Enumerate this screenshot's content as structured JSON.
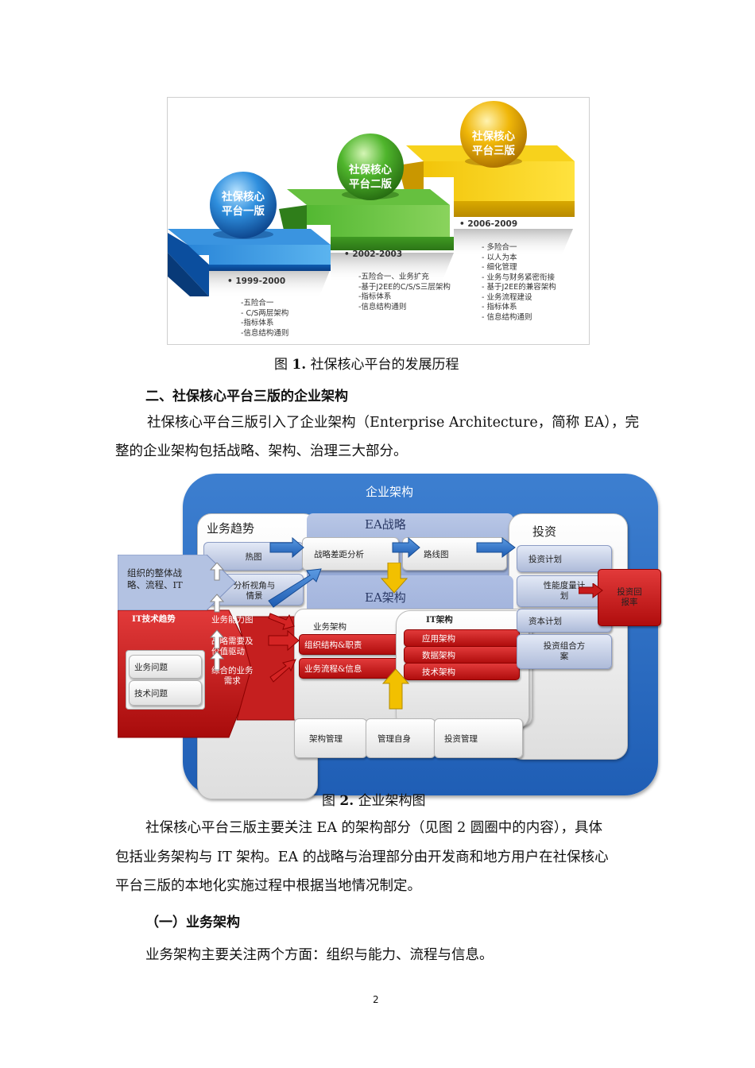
{
  "figure1": {
    "stages": [
      {
        "title_line1": "社保核心",
        "title_line2": "平台一版",
        "period": "• 1999-2000",
        "items": [
          "-五险合一",
          "- C/S两层架构",
          "-指标体系",
          "-信息结构通则"
        ]
      },
      {
        "title_line1": "社保核心",
        "title_line2": "平台二版",
        "period": "• 2002-2003",
        "items": [
          "-五险合一、业务扩充",
          "-基于J2EE的C/S/S三层架构",
          "-指标体系",
          "-信息结构通则"
        ]
      },
      {
        "title_line1": "社保核心",
        "title_line2": "平台三版",
        "period": "• 2006-2009",
        "items": [
          "- 多险合一",
          "- 以人为本",
          "- 细化管理",
          "- 业务与财务紧密衔接",
          "- 基于J2EE的兼容架构",
          "- 业务流程建设",
          "- 指标体系",
          "- 信息结构通则"
        ]
      }
    ],
    "caption_prefix": "图",
    "caption_num": "1.",
    "caption_text": "社保核心平台的发展历程"
  },
  "heading2": "二、社保核心平台三版的企业架构",
  "para1_line1": "社保核心平台三版引入了企业架构（Enterprise Architecture，简称 EA），完",
  "para1_line2": "整的企业架构包括战略、架构、治理三大部分。",
  "figure2": {
    "title": "企业架构",
    "business_trend": "业务趋势",
    "ea_strategy": "EA战略",
    "investment": "投资",
    "heatmap": "热图",
    "org_strategy_l1": "组织的整体战",
    "org_strategy_l2": "略、流程、IT",
    "analysis_l1": "分析视角与",
    "analysis_l2": "情景",
    "it_trend": "IT技术趋势",
    "biz_capability": "业务能力图",
    "strategic_l1": "战略需要及",
    "strategic_l2": "价值驱动",
    "integrated_l1": "综合的业务",
    "integrated_l2": "需求",
    "biz_problem": "业务问题",
    "tech_problem": "技术问题",
    "gap_analysis": "战略差距分析",
    "roadmap": "路线图",
    "ea_architecture": "EA架构",
    "biz_arch": "业务架构",
    "org_duty": "组织结构&职责",
    "process_info": "业务流程&信息",
    "it_arch": "IT架构",
    "app_arch": "应用架构",
    "data_arch": "数据架构",
    "tech_arch": "技术架构",
    "arch_mgmt": "架构管理",
    "self_mgmt": "管理自身",
    "invest_mgmt": "投资管理",
    "invest_plan": "投资计划",
    "perf_l1": "性能度量计",
    "perf_l2": "划",
    "capital_plan": "资本计划",
    "portfolio_l1": "投资组合方",
    "portfolio_l2": "案",
    "roi_l1": "投资回",
    "roi_l2": "报率",
    "caption_prefix": "图",
    "caption_num": "2.",
    "caption_text": "企业架构图"
  },
  "para2_line1": "社保核心平台三版主要关注 EA 的架构部分（见图 2 圆圈中的内容），具体",
  "para2_line2": "包括业务架构与 IT 架构。EA 的战略与治理部分由开发商和地方用户在社保核心",
  "para2_line3": "平台三版的本地化实施过程中根据当地情况制定。",
  "heading3": "（一）业务架构",
  "para3": "业务架构主要关注两个方面：组织与能力、流程与信息。",
  "page_number": "2"
}
